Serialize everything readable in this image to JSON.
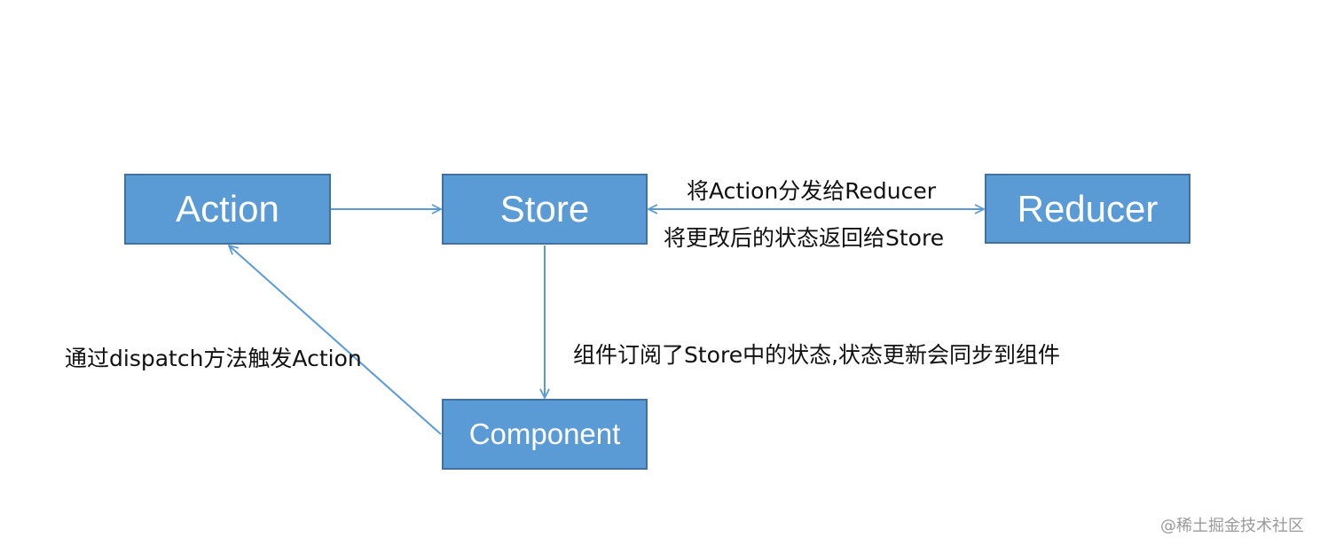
{
  "nodes": {
    "action": "Action",
    "store": "Store",
    "reducer": "Reducer",
    "component": "Component"
  },
  "edges": {
    "component_to_action": "通过dispatch方法触发Action",
    "store_to_reducer": "将Action分发给Reducer",
    "reducer_to_store": "将更改后的状态返回给Store",
    "store_to_component": "组件订阅了Store中的状态,状态更新会同步到组件"
  },
  "watermark": "@稀土掘金技术社区",
  "colors": {
    "box_fill": "#5b9bd5",
    "box_border": "#41719c",
    "arrow": "#5b9bd5",
    "box_text": "#ffffff"
  }
}
